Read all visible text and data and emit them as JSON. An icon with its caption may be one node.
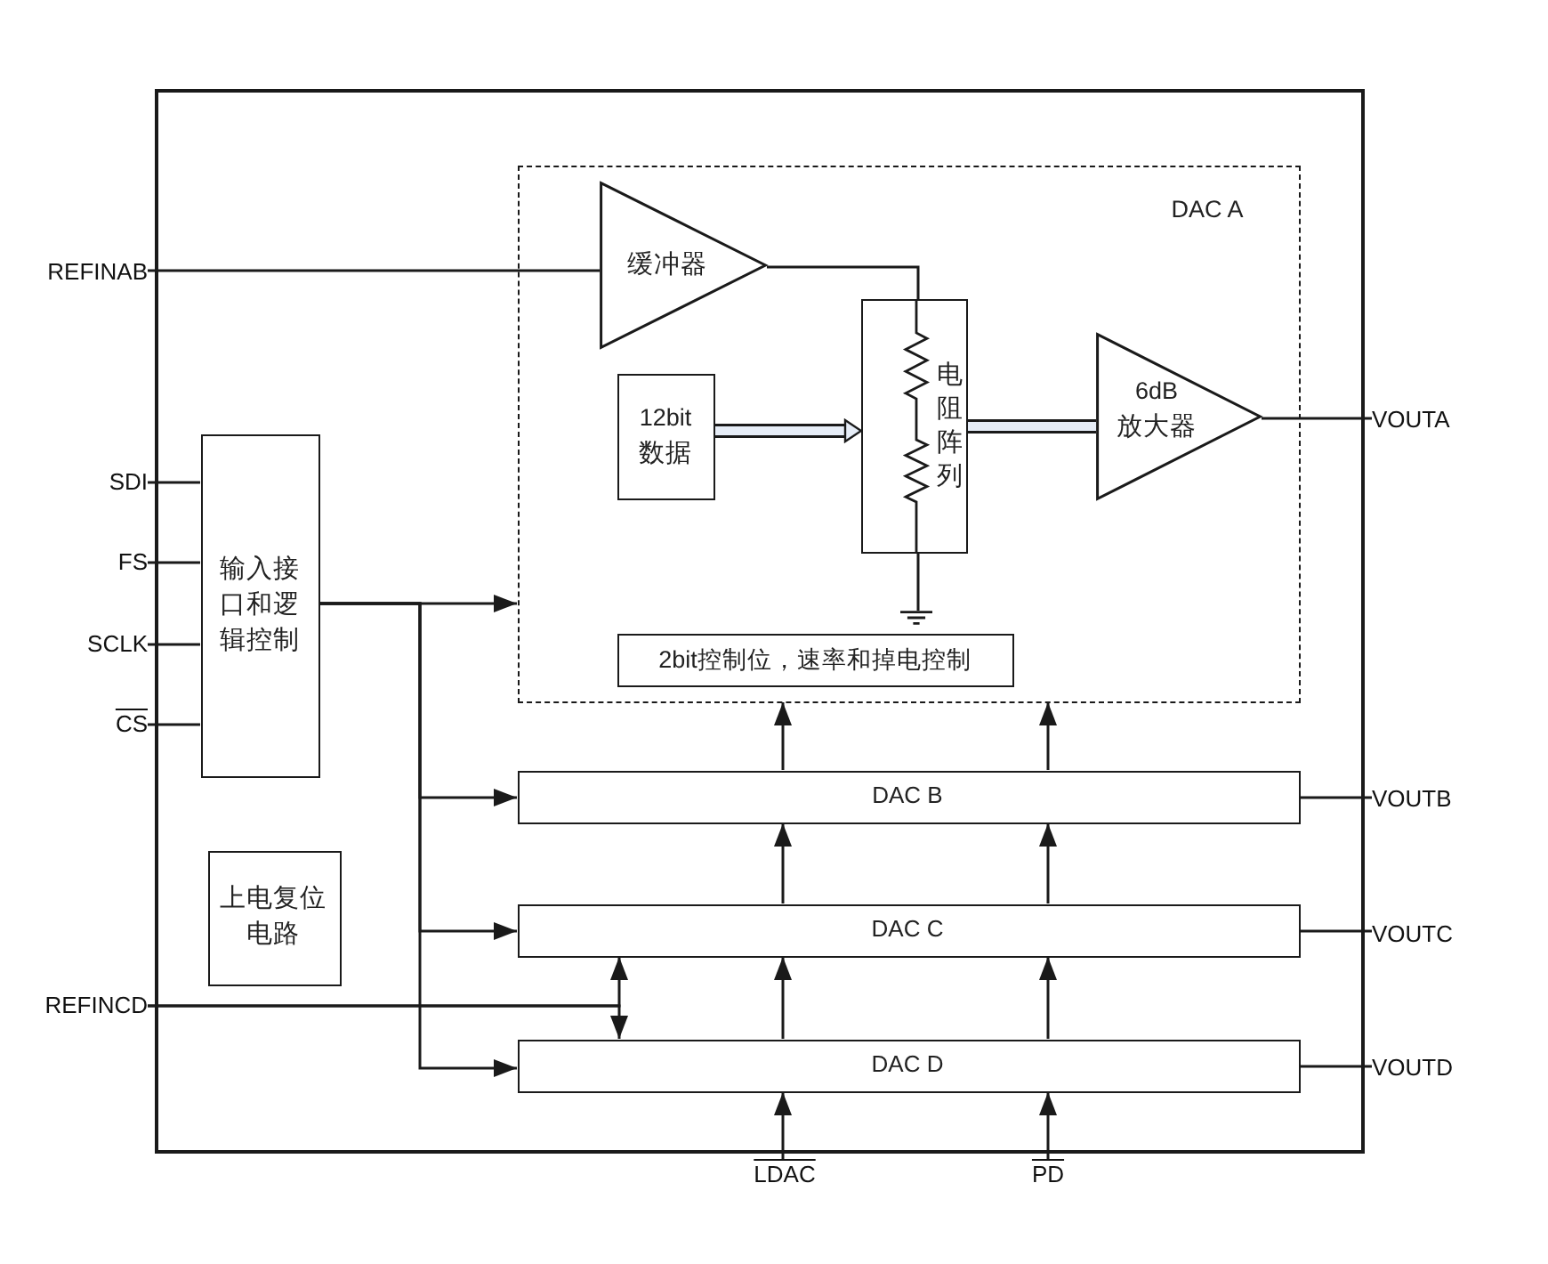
{
  "diagram": {
    "nodes": [
      {
        "text": [],
        "shape": "box"
      },
      {
        "text": [
          "DAC A"
        ],
        "in": 0
      },
      {
        "text": [
          "缓冲器"
        ],
        "in": 1
      },
      {
        "text": [
          "12bit",
          "数据"
        ],
        "in": 1
      },
      {
        "text": [
          "电阻阵列"
        ],
        "in": 1
      },
      {
        "text": [
          "6dB",
          "放大器"
        ],
        "in": 1
      },
      {
        "text": [],
        "shape": "ground",
        "in": 1
      },
      {
        "text": [
          "2bit控制位，速率和掉电控制"
        ],
        "in": 1
      },
      {
        "text": [
          "输入接口和逻辑控制"
        ],
        "in": 0
      },
      {
        "text": [
          "DAC B"
        ],
        "in": 0
      },
      {
        "text": [
          "上电复位电路"
        ],
        "in": 0
      },
      {
        "text": [
          "DAC C"
        ],
        "in": 0
      },
      {
        "text": [
          "DAC D"
        ],
        "in": 0
      },
      {
        "text": [
          "REFINAB"
        ]
      },
      {
        "text": [
          "VOUTA"
        ]
      },
      {
        "text": [
          "SDI"
        ]
      },
      {
        "text": [
          "FS"
        ]
      },
      {
        "text": [
          "SCLK"
        ]
      },
      {
        "text": [
          "CS"
        ]
      },
      {
        "text": [
          "VOUTB"
        ]
      },
      {
        "text": [
          "REFINCD"
        ]
      },
      {
        "text": [
          "VOUTC"
        ]
      },
      {
        "text": [
          "VOUTD"
        ]
      },
      {
        "text": [
          "LDAC"
        ]
      },
      {
        "text": [
          "PD"
        ]
      }
    ],
    "edges": [
      {
        "from": 13,
        "to": 2,
        "arrow": "none"
      },
      {
        "from": 2,
        "to": 4,
        "arrow": "none"
      },
      {
        "from": 3,
        "to": 4,
        "arrow": "to",
        "style": "thick"
      },
      {
        "from": 4,
        "to": 5,
        "arrow": "none",
        "style": "thick"
      },
      {
        "from": 4,
        "to": 6,
        "arrow": "none"
      },
      {
        "from": 5,
        "to": 14,
        "arrow": "none"
      },
      {
        "from": 15,
        "to": 8,
        "arrow": "none"
      },
      {
        "from": 16,
        "to": 8,
        "arrow": "none"
      },
      {
        "from": 17,
        "to": 8,
        "arrow": "none"
      },
      {
        "from": 18,
        "to": 8,
        "arrow": "none"
      },
      {
        "from": 8,
        "to": 1,
        "arrow": "to"
      },
      {
        "from": 8,
        "to": 9,
        "arrow": "to"
      },
      {
        "from": 8,
        "to": 11,
        "arrow": "to"
      },
      {
        "from": 8,
        "to": 12,
        "arrow": "to"
      },
      {
        "from": 20,
        "to": 11,
        "arrow": "to"
      },
      {
        "from": 20,
        "to": 12,
        "arrow": "to"
      },
      {
        "from": 9,
        "to": 19,
        "arrow": "none"
      },
      {
        "from": 11,
        "to": 21,
        "arrow": "none"
      },
      {
        "from": 12,
        "to": 22,
        "arrow": "none"
      },
      {
        "from": 9,
        "to": 1,
        "arrow": "to"
      },
      {
        "from": 9,
        "to": 1,
        "arrow": "to"
      },
      {
        "from": 11,
        "to": 9,
        "arrow": "to"
      },
      {
        "from": 11,
        "to": 9,
        "arrow": "to"
      },
      {
        "from": 12,
        "to": 11,
        "arrow": "to"
      },
      {
        "from": 12,
        "to": 11,
        "arrow": "to"
      },
      {
        "from": 23,
        "to": 12,
        "arrow": "to"
      },
      {
        "from": 24,
        "to": 12,
        "arrow": "to"
      }
    ]
  }
}
